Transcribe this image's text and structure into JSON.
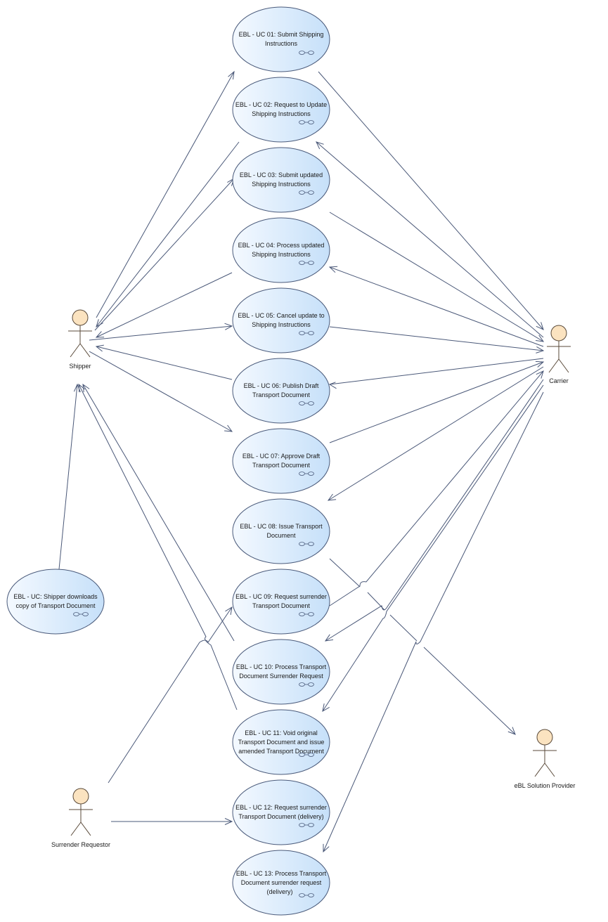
{
  "actors": {
    "shipper": {
      "label": "Shipper"
    },
    "carrier": {
      "label": "Carrier"
    },
    "surrender_requestor": {
      "label": "Surrender Requestor"
    },
    "ebl_provider": {
      "label": "eBL Solution Provider"
    }
  },
  "use_cases": {
    "uc01": {
      "line1": "EBL - UC 01: Submit Shipping",
      "line2": "Instructions",
      "line3": ""
    },
    "uc02": {
      "line1": "EBL - UC 02: Request to Update",
      "line2": "Shipping Instructions",
      "line3": ""
    },
    "uc03": {
      "line1": "EBL - UC 03: Submit updated",
      "line2": "Shipping Instructions",
      "line3": ""
    },
    "uc04": {
      "line1": "EBL - UC 04: Process updated",
      "line2": "Shipping Instructions",
      "line3": ""
    },
    "uc05": {
      "line1": "EBL - UC 05: Cancel update to",
      "line2": "Shipping Instructions",
      "line3": ""
    },
    "uc06": {
      "line1": "EBL - UC 06: Publish Draft",
      "line2": "Transport Document",
      "line3": ""
    },
    "uc07": {
      "line1": "EBL - UC 07: Approve Draft",
      "line2": "Transport Document",
      "line3": ""
    },
    "uc08": {
      "line1": "EBL - UC 08: Issue Transport",
      "line2": "Document",
      "line3": ""
    },
    "uc09": {
      "line1": "EBL - UC 09: Request surrender",
      "line2": "Transport Document",
      "line3": ""
    },
    "uc10": {
      "line1": "EBL - UC 10: Process Transport",
      "line2": "Document Surrender Request",
      "line3": ""
    },
    "uc11": {
      "line1": "EBL - UC 11: Void original",
      "line2": "Transport Document and issue",
      "line3": "amended Transport Document"
    },
    "uc12": {
      "line1": "EBL - UC 12: Request surrender",
      "line2": "Transport Document (delivery)",
      "line3": ""
    },
    "uc13": {
      "line1": "EBL - UC 13: Process Transport",
      "line2": "Document surrender request",
      "line3": "(delivery)"
    },
    "uc_download": {
      "line1": "EBL - UC: Shipper downloads",
      "line2": "copy of Transport Document",
      "line3": ""
    }
  },
  "colors": {
    "ellipse_fill_light": "#f4f9ff",
    "ellipse_fill_dark": "#c6e0f9",
    "ellipse_stroke": "#4a5a7a",
    "actor_head_fill": "#fbe3c0",
    "actor_stroke": "#5a4a3a",
    "connector": "#4a5878"
  }
}
